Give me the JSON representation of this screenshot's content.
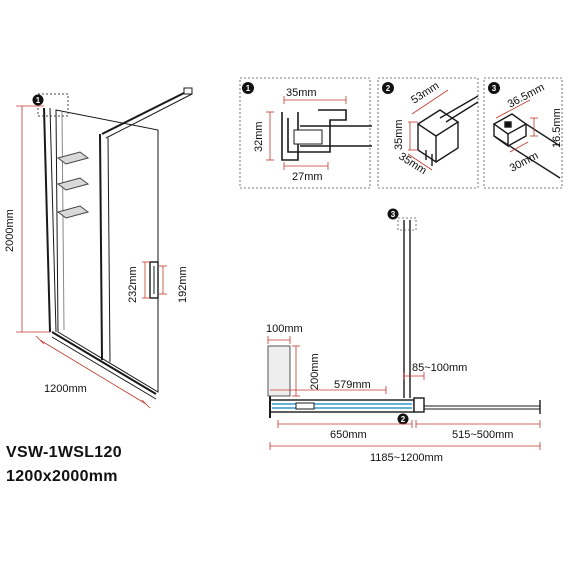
{
  "product": {
    "model_code": "VSW-1WSL120",
    "size": "1200x2000mm"
  },
  "badges": [
    "1",
    "2",
    "3"
  ],
  "front_view": {
    "height": "2000mm",
    "width": "1200mm",
    "handle_outer": "232mm",
    "handle_inner": "192mm"
  },
  "detail_1": {
    "top": "35mm",
    "side": "32mm",
    "bottom": "27mm"
  },
  "detail_2": {
    "top": "53mm",
    "side_a": "35mm",
    "side_b": "35mm"
  },
  "detail_3": {
    "top": "36.5mm",
    "side": "16.5mm",
    "bottom": "30mm"
  },
  "plan_view": {
    "panel_width": "100mm",
    "panel_height": "200mm",
    "handle_offset": "579mm",
    "gap": "85~100mm",
    "left_span": "650mm",
    "right_span": "515~500mm",
    "total": "1185~1200mm"
  },
  "colors": {
    "line": "#1a1a1a",
    "dim_line": "#c0392b",
    "badge": "#111111",
    "frame": "#555555"
  }
}
